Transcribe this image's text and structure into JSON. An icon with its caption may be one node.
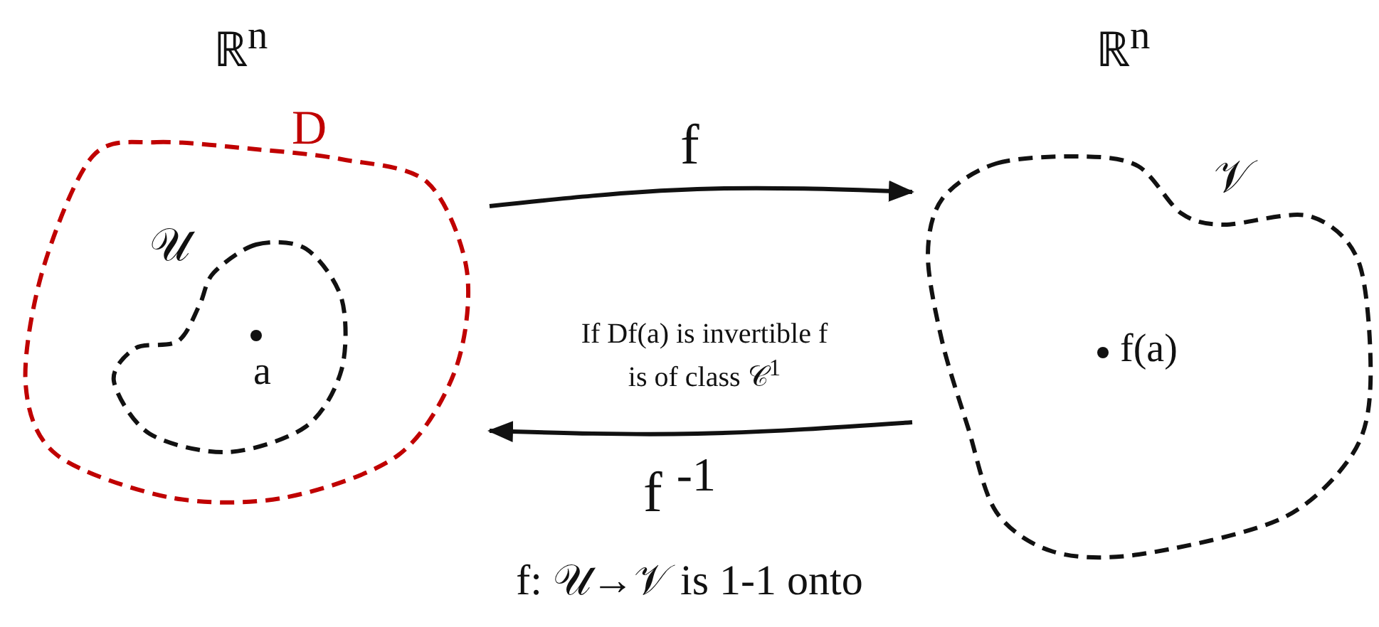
{
  "diagram": {
    "caption": "f: 𝒰→𝒱 is 1-1 onto",
    "nodes": [
      {
        "text": [
          "D"
        ]
      },
      {
        "text": [
          "𝒰"
        ],
        "in": 0
      },
      {
        "text": [
          "𝒱"
        ]
      }
    ],
    "edges": [
      {
        "from": 0,
        "to": 2,
        "arrow": "to",
        "label": "f"
      },
      {
        "from": 2,
        "to": 0,
        "arrow": "to",
        "label": "f $^{-1}$"
      }
    ],
    "labels": [
      "ℝ$^{n}$",
      "ℝ$^{n}$",
      "a",
      "If Df(a) is invertible f is of class 𝒞$^{1}$",
      "f(a)"
    ]
  }
}
